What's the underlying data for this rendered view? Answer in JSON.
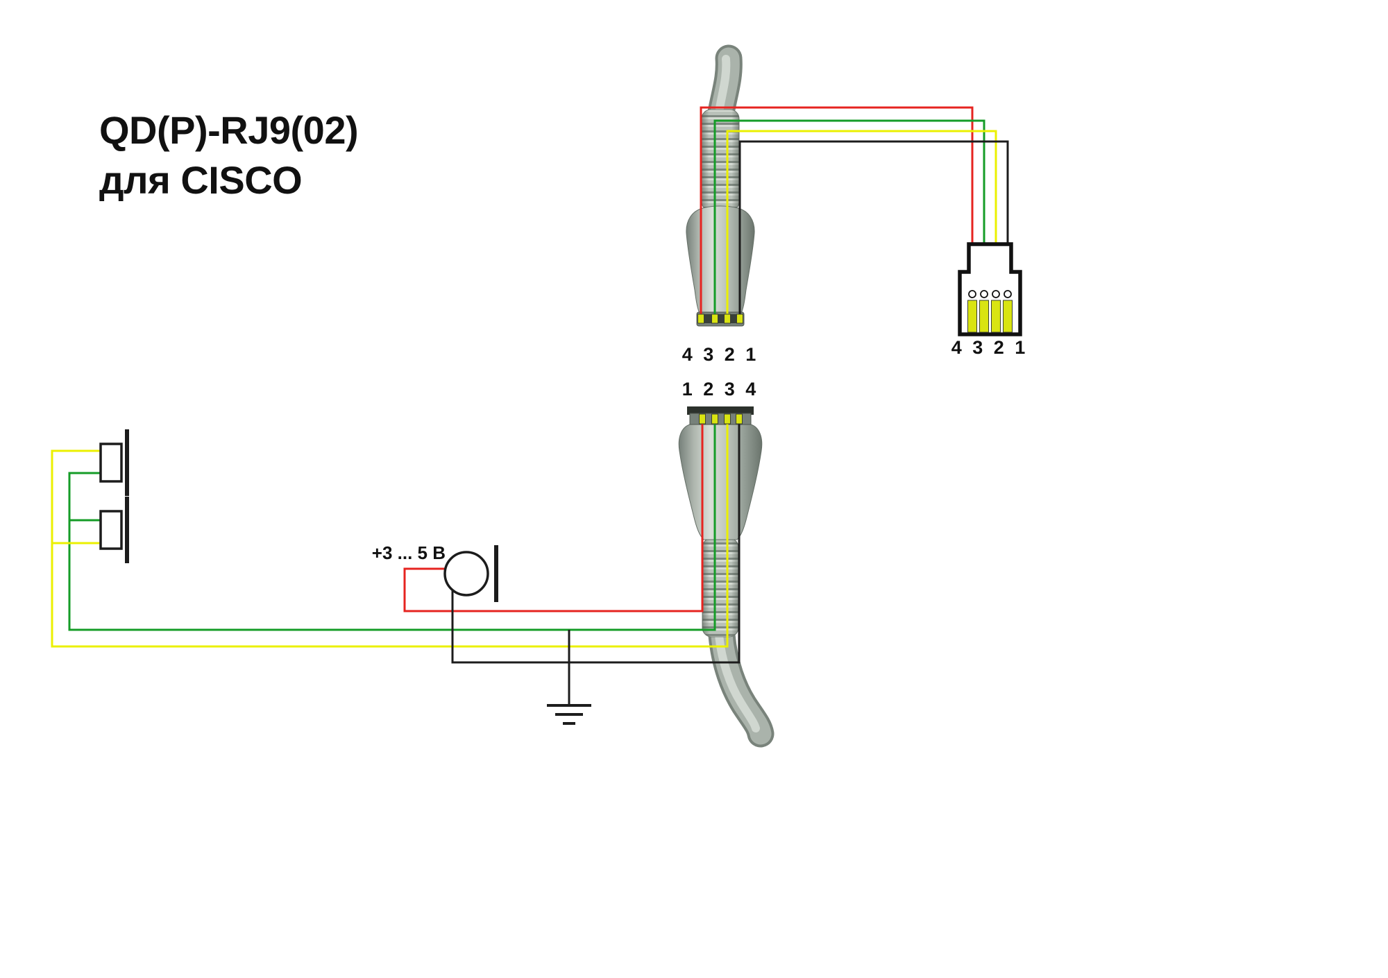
{
  "title": {
    "line1": "QD(P)-RJ9(02)",
    "line2": "для CISCO"
  },
  "labels": {
    "qd_top_pins": "4 3 2 1",
    "qd_bottom_pins": "1 2 3 4",
    "rj9_pins": "4 3 2 1",
    "mic_voltage": "+3 ... 5 В"
  },
  "colors": {
    "red": "#e62420",
    "green": "#159c27",
    "yellow": "#ebf000",
    "black": "#1c1c1c",
    "pin_yellow": "#d9e412"
  }
}
